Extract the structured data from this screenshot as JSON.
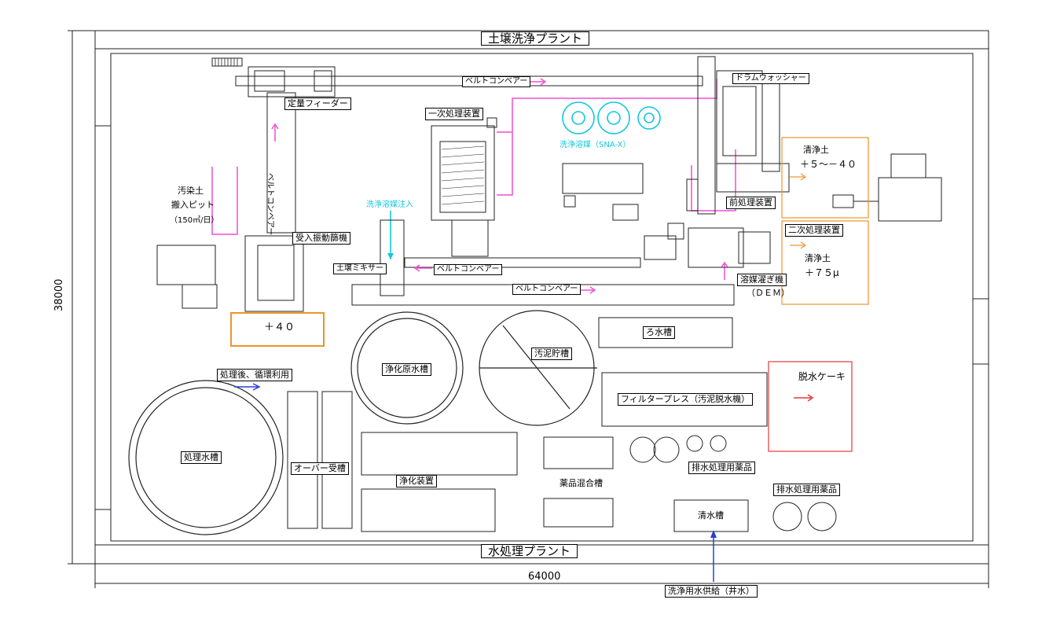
{
  "titles": {
    "top": "土壌洗浄プラント",
    "bottom": "水処理プラント"
  },
  "dimensions": {
    "width": "64000",
    "height": "38000"
  },
  "labels": {
    "teiryo_feeder": "定量フィーダー",
    "belt_conveyor_top": "ベルトコンベアー",
    "belt_conveyor_vertical": "ベルトコンベアー",
    "belt_conveyor_mid": "ベルトコンベアー",
    "belt_conveyor_bottom": "ベルトコンベアー",
    "drum_washer": "ドラムウォッシャー",
    "primary_unit": "一次処理装置",
    "wash_tank": "洗浄溶媒（SNA-X）",
    "wash_inject": "洗浄溶媒注入",
    "contaminated_pit_1": "汚染土",
    "contaminated_pit_2": "搬入ピット",
    "contaminated_pit_3": "（150㎥/日）",
    "receiving_screen": "受入振動篩機",
    "soil_mixer": "土壌ミキサー",
    "plus40": "＋４０",
    "clean_soil_a_1": "清浄土",
    "clean_soil_a_2": "＋５～－４０",
    "pre_process": "前処理装置",
    "secondary_unit": "二次処理装置",
    "clean_soil_b_1": "清浄土",
    "clean_soil_b_2": "＋７５μ",
    "dem_1": "溶媒濯ぎ機",
    "dem_2": "（ＤＥＭ）",
    "filtrate_tank": "ろ水槽",
    "sludge_storage": "汚泥貯槽",
    "raw_water_tank": "浄化原水槽",
    "dehydrated_cake": "脱水ケーキ",
    "filter_press": "フィルタープレス（汚泥脱水機）",
    "treated_reuse": "処理後、循環利用",
    "treated_water_tank": "処理水槽",
    "over_tank": "オーバー受槽",
    "purifier": "浄化装置",
    "chem_mixing": "薬品混合槽",
    "drain_chem_mid": "排水処理用薬品",
    "drain_chem_right": "排水処理用薬品",
    "clear_water_tank": "清水槽",
    "wash_water_supply": "洗浄用水供給（井水）"
  },
  "colors": {
    "pink": "#f04fd4",
    "cyan": "#13c6de",
    "orange": "#f0932b",
    "red": "#e23a3a",
    "blue": "#2a3fd6",
    "line": "#222222"
  }
}
